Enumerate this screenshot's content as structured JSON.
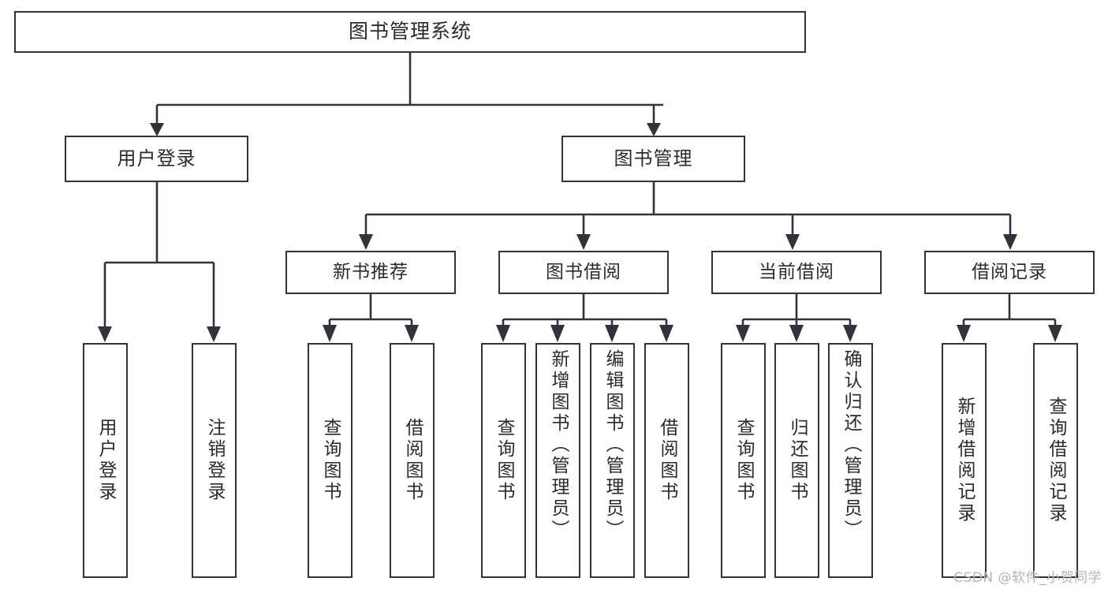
{
  "diagram": {
    "title": "图书管理系统",
    "root": {
      "label": "图书管理系统"
    },
    "level2": [
      {
        "label": "用户登录"
      },
      {
        "label": "图书管理"
      }
    ],
    "level3": [
      {
        "label": "新书推荐"
      },
      {
        "label": "图书借阅"
      },
      {
        "label": "当前借阅"
      },
      {
        "label": "借阅记录"
      }
    ],
    "leaves": {
      "user_login": [
        {
          "label": "用户登录"
        },
        {
          "label": "注销登录"
        }
      ],
      "new_book_recommend": [
        {
          "label": "查询图书"
        },
        {
          "label": "借阅图书"
        }
      ],
      "book_borrow": [
        {
          "label": "查询图书"
        },
        {
          "label": "新增图书（管理员）"
        },
        {
          "label": "编辑图书（管理员）"
        },
        {
          "label": "借阅图书"
        }
      ],
      "current_borrow": [
        {
          "label": "查询图书"
        },
        {
          "label": "归还图书"
        },
        {
          "label": "确认归还（管理员）"
        }
      ],
      "borrow_record": [
        {
          "label": "新增借阅记录"
        },
        {
          "label": "查询借阅记录"
        }
      ]
    }
  },
  "watermark": {
    "text": "CSDN @软件_小贺同学"
  },
  "colors": {
    "stroke": "#32323a",
    "text": "#2b2b2b",
    "background": "#ffffff",
    "watermark": "#b4b4b4"
  }
}
